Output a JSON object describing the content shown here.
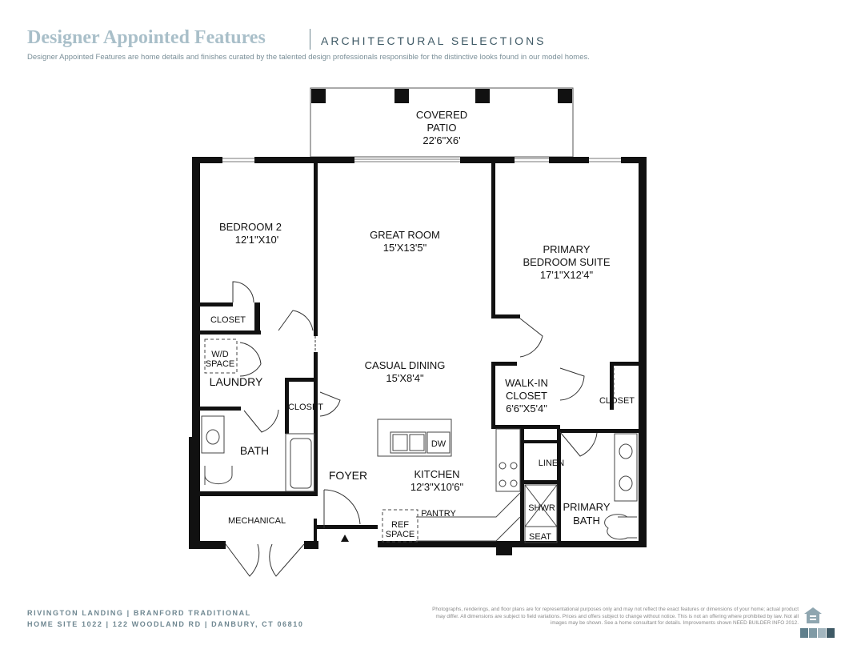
{
  "header": {
    "title": "Designer Appointed Features",
    "subtitle": "ARCHITECTURAL SELECTIONS",
    "description": "Designer Appointed Features are home details and finishes curated by the talented design professionals responsible for the distinctive looks found in our model homes."
  },
  "rooms": {
    "covered_patio": {
      "name1": "COVERED",
      "name2": "PATIO",
      "size": "22'6\"X6'"
    },
    "bedroom2": {
      "name": "BEDROOM 2",
      "size": "12'1\"X10'"
    },
    "great_room": {
      "name": "GREAT ROOM",
      "size": "15'X13'5\""
    },
    "primary_bedroom": {
      "name1": "PRIMARY",
      "name2": "BEDROOM SUITE",
      "size": "17'1\"X12'4\""
    },
    "casual_dining": {
      "name": "CASUAL DINING",
      "size": "15'X8'4\""
    },
    "walk_in_closet": {
      "name1": "WALK-IN",
      "name2": "CLOSET",
      "size": "6'6\"X5'4\""
    },
    "kitchen": {
      "name": "KITCHEN",
      "size": "12'3\"X10'6\""
    },
    "primary_bath": {
      "name1": "PRIMARY",
      "name2": "BATH"
    },
    "closet_bed2": "CLOSET",
    "closet_hall": "CLOSET",
    "closet_primary": "CLOSET",
    "wd_space1": "W/D",
    "wd_space2": "SPACE",
    "laundry": "LAUNDRY",
    "bath": "BATH",
    "foyer": "FOYER",
    "mechanical": "MECHANICAL",
    "linen": "LINEN",
    "shwr": "SHWR",
    "seat": "SEAT",
    "pantry": "PANTRY",
    "ref1": "REF",
    "ref2": "SPACE",
    "dw": "DW"
  },
  "footer": {
    "line1": "RIVINGTON LANDING  |  BRANFORD TRADITIONAL",
    "line2": "HOME SITE 1022  |  122 WOODLAND RD  |  DANBURY, CT 06810",
    "disclaimer": "Photographs, renderings, and floor plans are for representational purposes only and may not reflect the exact features or dimensions of your home; actual product may differ. All dimensions are subject to field variations. Prices and offers subject to change without notice. This is not an offering where prohibited by law. Not all images may be shown. See a home consultant for details. Improvements shown NEED BUILDER INFO 2012."
  },
  "colors": {
    "title": "#a9bfc9",
    "subtitle": "#3e5965",
    "wall": "#111111",
    "footer": "#6f8791"
  }
}
